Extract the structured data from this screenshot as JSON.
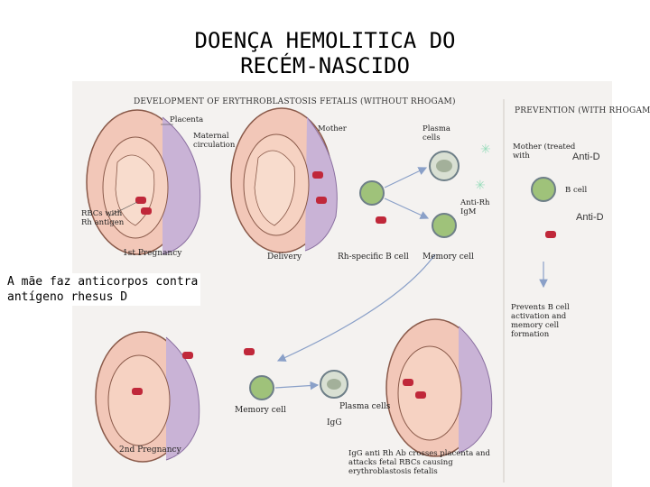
{
  "title": {
    "line1": "DOENÇA HEMOLITICA DO",
    "line2": "RECÉM-NASCIDO"
  },
  "caption": "A  mãe  faz  anticorpos contra antígeno rhesus D",
  "figure": {
    "header_left": "DEVELOPMENT OF ERYTHROBLASTOSIS FETALIS (WITHOUT RHOGAM)",
    "header_right": "PREVENTION (WITH RHOGAM)",
    "labels": {
      "placenta": "Placenta",
      "maternal_circ": "Maternal circulation",
      "mother": "Mother",
      "plasma_cells_top": "Plasma cells",
      "rbcs": "RBCs with Rh antigen",
      "first_pregnancy": "1st Pregnancy",
      "delivery": "Delivery",
      "rh_specific": "Rh-specific B cell",
      "memory_cell_top": "Memory cell",
      "anti_rh_igm": "Anti-Rh IgM",
      "mother_treated": "Mother (treated with",
      "b_cell": "B cell",
      "prevents": "Prevents B cell activation and memory cell formation",
      "memory_cell_bottom": "Memory cell",
      "plasma_cells_bottom": "Plasma cells",
      "igg": "IgG",
      "second_pregnancy": "2nd Pregnancy",
      "igg_crosses": "IgG anti Rh Ab crosses placenta and attacks fetal RBCs causing erythroblastosis fetalis"
    },
    "anti_d_1": "Anti-D",
    "anti_d_2": "Anti-D"
  },
  "colors": {
    "womb": "#f2c7b8",
    "fetus": "#f6d2c2",
    "outline": "#8a5a4a",
    "placenta": "#c9b3d6",
    "rbc": "#c0283a",
    "bcell": "#9fc27a",
    "bcell_ring": "#6e7f88"
  }
}
